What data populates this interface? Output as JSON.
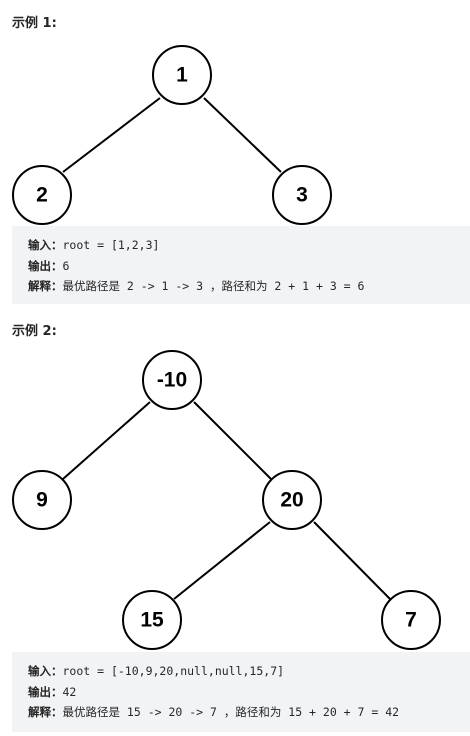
{
  "examples": [
    {
      "heading": "示例 1:",
      "tree": {
        "nodes": [
          "1",
          "2",
          "3"
        ]
      },
      "lines": [
        {
          "key": "输入：",
          "value": "root = [1,2,3]"
        },
        {
          "key": "输出：",
          "value": "6"
        },
        {
          "key": "解释：",
          "value": "最优路径是 2 -> 1 -> 3 ，路径和为 2 + 1 + 3 = 6"
        }
      ]
    },
    {
      "heading": "示例 2:",
      "tree": {
        "nodes": [
          "-10",
          "9",
          "20",
          "15",
          "7"
        ]
      },
      "lines": [
        {
          "key": "输入：",
          "value": "root = [-10,9,20,null,null,15,7]"
        },
        {
          "key": "输出：",
          "value": "42"
        },
        {
          "key": "解释：",
          "value": "最优路径是 15 -> 20 -> 7 ，路径和为 15 + 20 + 7 = 42"
        }
      ]
    }
  ]
}
